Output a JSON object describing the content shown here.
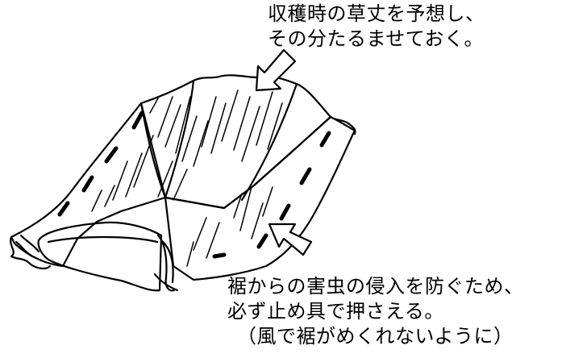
{
  "annotations": {
    "top": {
      "lines": [
        "収穫時の草丈を予想し、",
        "その分たるませておく。"
      ]
    },
    "bottom": {
      "lines": [
        "裾からの害虫の侵入を防ぐため、",
        "必ず止め具で押さえる。",
        "（風で裾がめくれないように）"
      ]
    }
  },
  "colors": {
    "ink": "#000000",
    "paper": "#ffffff"
  },
  "icons": [
    "arrow-down-left-icon",
    "arrow-left-icon"
  ]
}
